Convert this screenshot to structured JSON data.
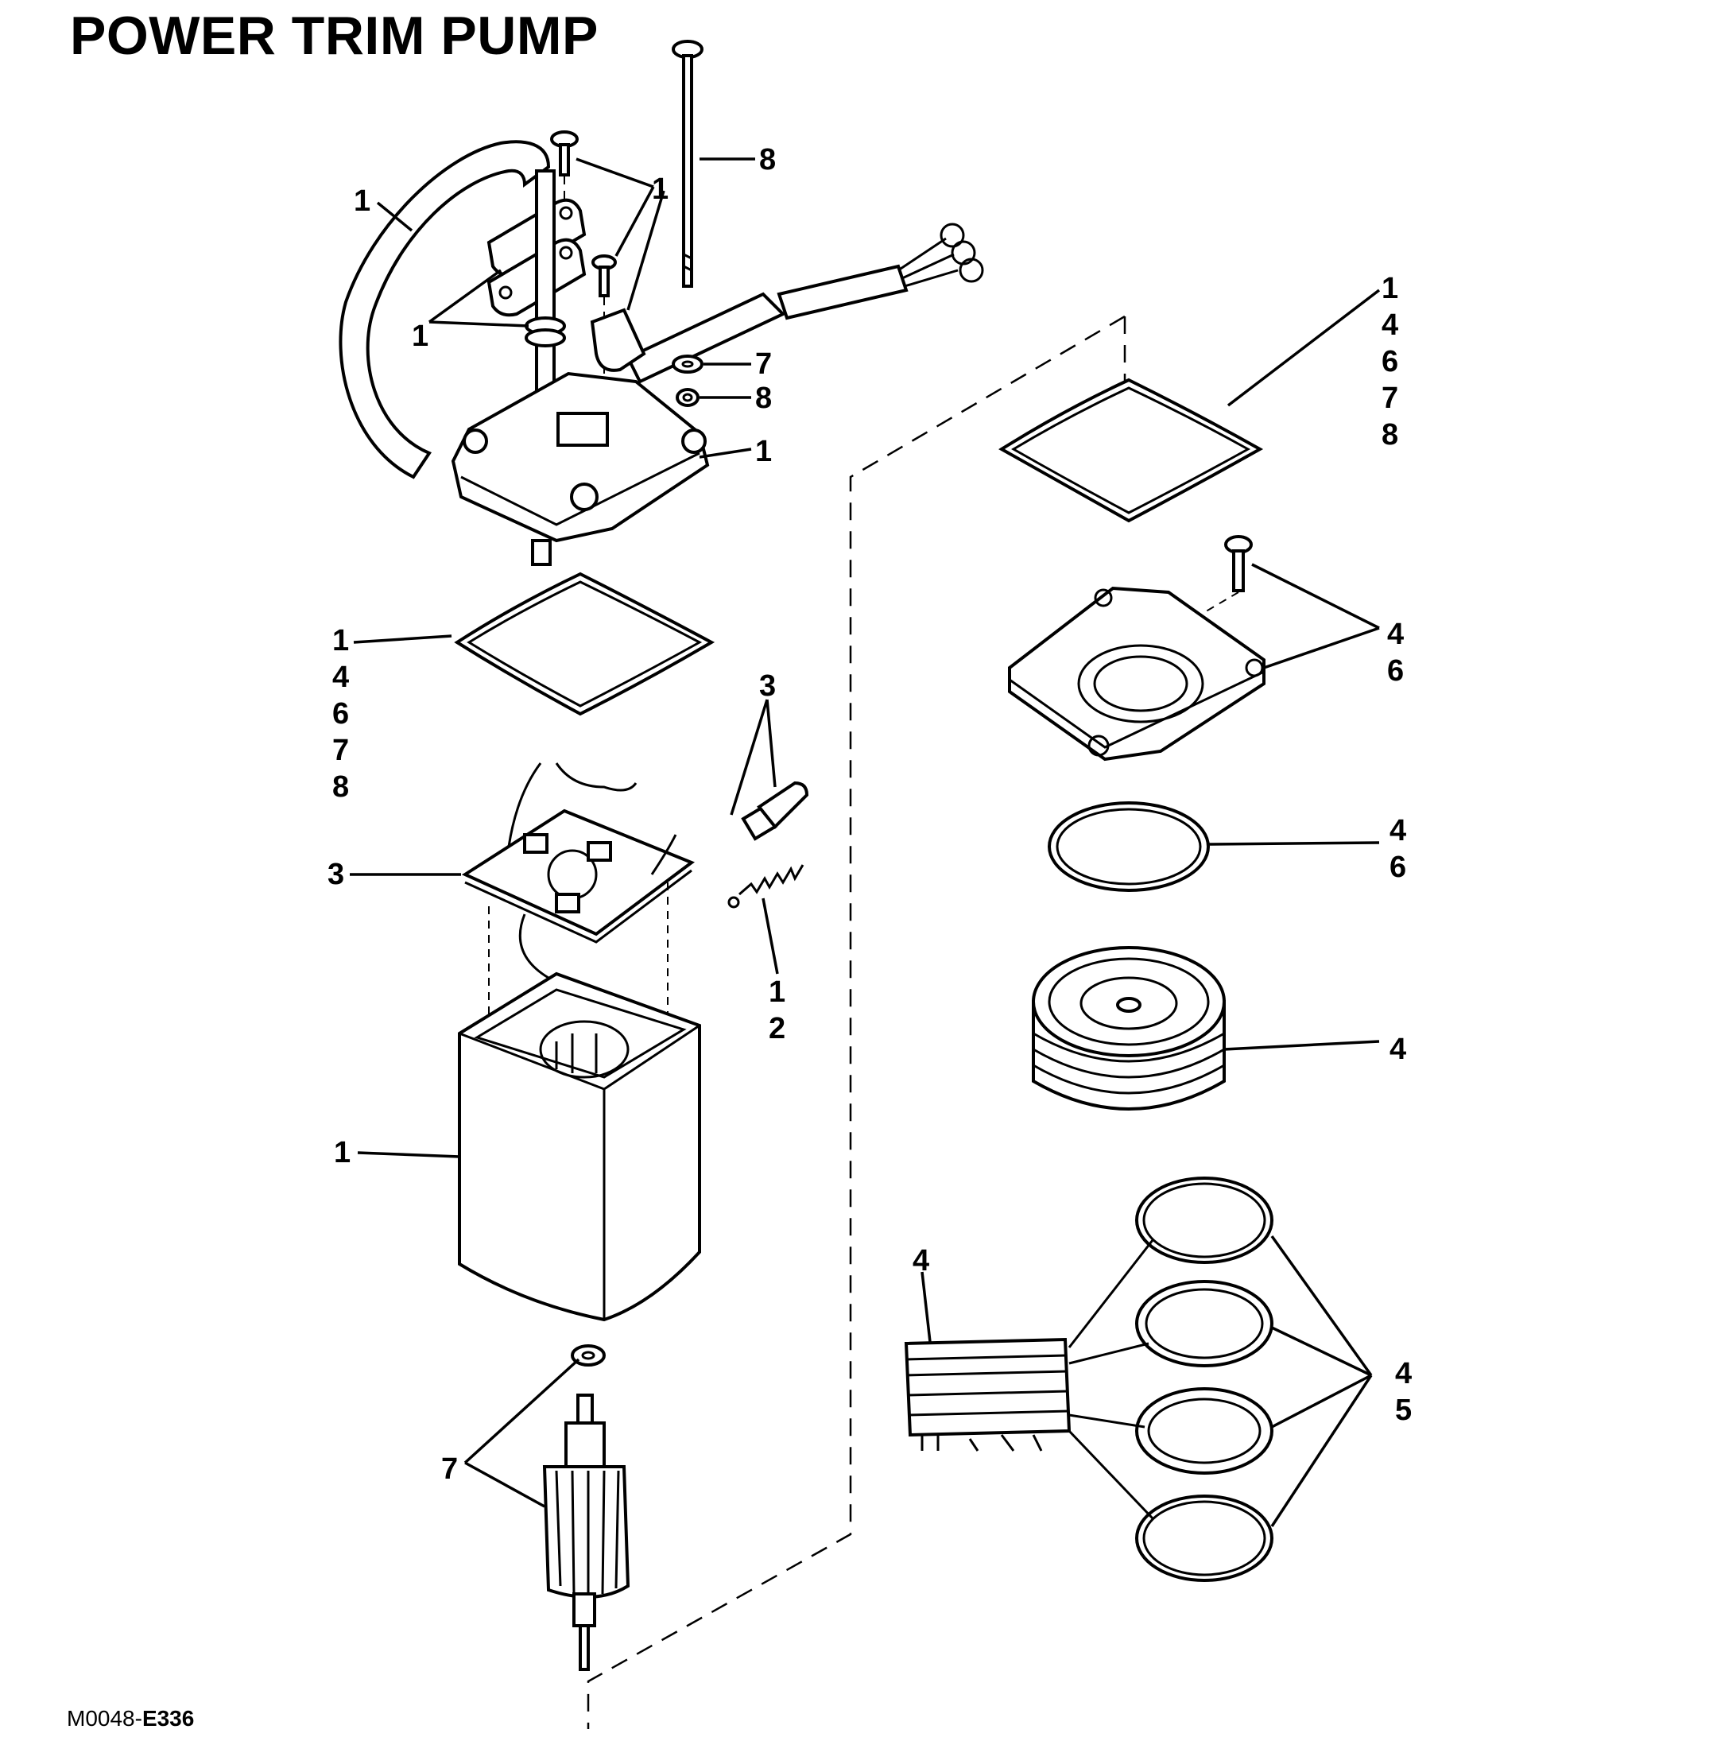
{
  "title": "POWER TRIM PUMP",
  "figure_code": {
    "prefix": "M0048-",
    "suffix": "E336"
  },
  "callouts": [
    {
      "id": "c-1-hose",
      "text": "1"
    },
    {
      "id": "c-1-screws-top",
      "text": "1"
    },
    {
      "id": "c-8-bolt-long",
      "text": "8"
    },
    {
      "id": "c-1-plates",
      "text": "1"
    },
    {
      "id": "c-7-washer",
      "text": "7"
    },
    {
      "id": "c-8-washer",
      "text": "8"
    },
    {
      "id": "c-1-end-cap",
      "text": "1"
    },
    {
      "id": "c-14678-seal-left",
      "text": "1\n4\n6\n7\n8"
    },
    {
      "id": "c-3-brush-parts",
      "text": "3"
    },
    {
      "id": "c-3-brush-plate",
      "text": "3"
    },
    {
      "id": "c-12-spring",
      "text": "1\n2"
    },
    {
      "id": "c-1-housing",
      "text": "1"
    },
    {
      "id": "c-7-armature",
      "text": "7"
    },
    {
      "id": "c-14678-seal-right",
      "text": "1\n4\n6\n7\n8"
    },
    {
      "id": "c-46-pump-base",
      "text": "4\n6"
    },
    {
      "id": "c-46-oring",
      "text": "4\n6"
    },
    {
      "id": "c-4-pump-body",
      "text": "4"
    },
    {
      "id": "c-4-valve-body",
      "text": "4"
    },
    {
      "id": "c-45-orings",
      "text": "4\n5"
    }
  ]
}
